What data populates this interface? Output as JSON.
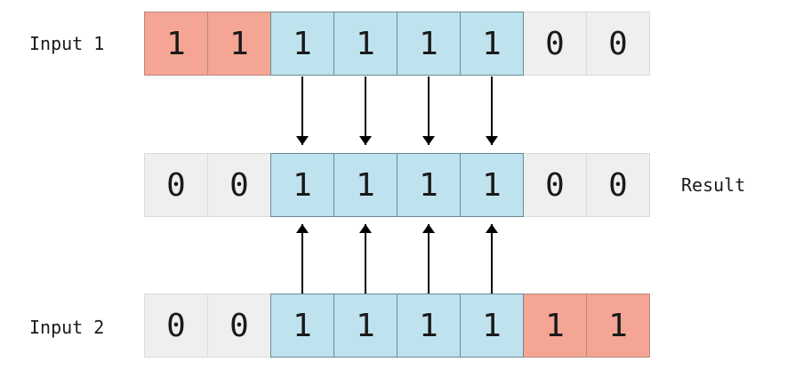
{
  "rows": [
    {
      "id": "input1",
      "label": "Input 1",
      "cells": [
        {
          "value": "1",
          "kind": "extra"
        },
        {
          "value": "1",
          "kind": "extra"
        },
        {
          "value": "1",
          "kind": "and"
        },
        {
          "value": "1",
          "kind": "and"
        },
        {
          "value": "1",
          "kind": "and"
        },
        {
          "value": "1",
          "kind": "and"
        },
        {
          "value": "0",
          "kind": "zero"
        },
        {
          "value": "0",
          "kind": "zero"
        }
      ]
    },
    {
      "id": "result",
      "label": "Result",
      "cells": [
        {
          "value": "0",
          "kind": "zero"
        },
        {
          "value": "0",
          "kind": "zero"
        },
        {
          "value": "1",
          "kind": "and"
        },
        {
          "value": "1",
          "kind": "and"
        },
        {
          "value": "1",
          "kind": "and"
        },
        {
          "value": "1",
          "kind": "and"
        },
        {
          "value": "0",
          "kind": "zero"
        },
        {
          "value": "0",
          "kind": "zero"
        }
      ]
    },
    {
      "id": "input2",
      "label": "Input 2",
      "cells": [
        {
          "value": "0",
          "kind": "zero"
        },
        {
          "value": "0",
          "kind": "zero"
        },
        {
          "value": "1",
          "kind": "and"
        },
        {
          "value": "1",
          "kind": "and"
        },
        {
          "value": "1",
          "kind": "and"
        },
        {
          "value": "1",
          "kind": "and"
        },
        {
          "value": "1",
          "kind": "extra"
        },
        {
          "value": "1",
          "kind": "extra"
        }
      ]
    }
  ],
  "colors": {
    "zero_cell": "#efefef",
    "match_cell": "#bfe3ee",
    "unmatched_one_cell": "#f4a593",
    "arrow": "#000000"
  },
  "arrow_columns": [
    2,
    3,
    4,
    5
  ]
}
